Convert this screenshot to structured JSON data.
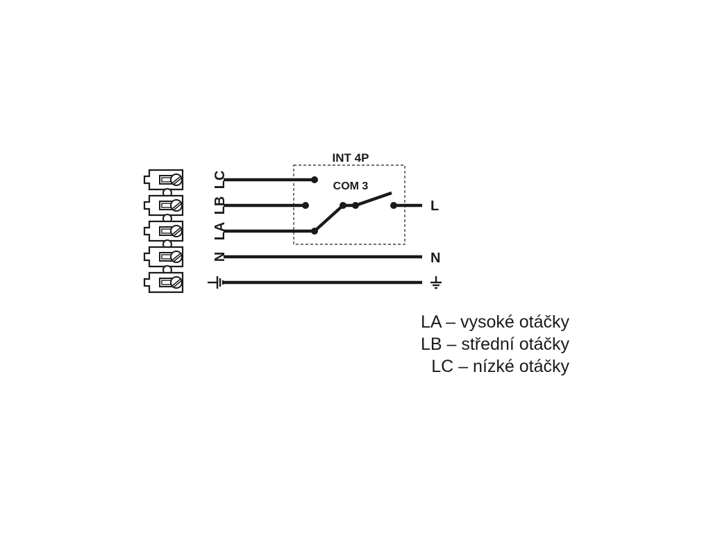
{
  "switch": {
    "title": "INT 4P",
    "com_label": "COM 3"
  },
  "terminals": [
    {
      "id": "LC",
      "label": "LC"
    },
    {
      "id": "LB",
      "label": "LB"
    },
    {
      "id": "LA",
      "label": "LA"
    },
    {
      "id": "N",
      "label": "N"
    },
    {
      "id": "PE",
      "label": "⏚",
      "icon": "ground-symbol-icon"
    }
  ],
  "outputs": {
    "line_label": "L",
    "neutral_label": "N",
    "ground_icon": "ground-symbol-icon"
  },
  "legend": [
    "LA – vysoké otáčky",
    "LB – střední otáčky",
    "LC – nízké otáčky"
  ],
  "colors": {
    "ink": "#1a1a1a",
    "terminal_fill": "#ffffff"
  }
}
